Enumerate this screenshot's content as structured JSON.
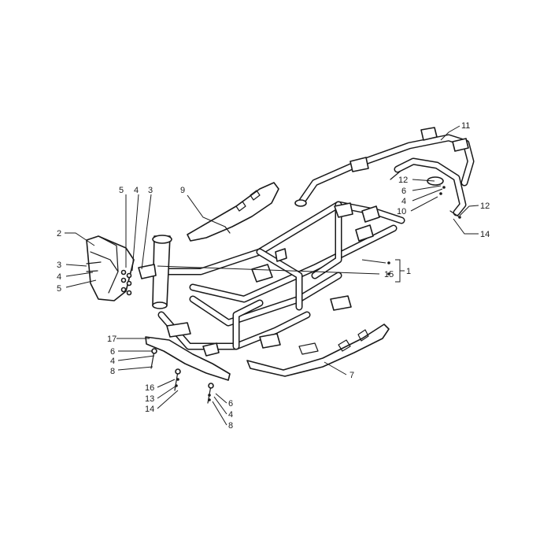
{
  "diagram": {
    "callouts": {
      "c1": "1",
      "c2": "2",
      "c3a": "3",
      "c3b": "3",
      "c4a": "4",
      "c4b": "4",
      "c4c": "4",
      "c4d": "4",
      "c4e": "4",
      "c5a": "5",
      "c5b": "5",
      "c6a": "6",
      "c6b": "6",
      "c6c": "6",
      "c7": "7",
      "c8a": "8",
      "c8b": "8",
      "c9": "9",
      "c10": "10",
      "c11": "11",
      "c12a": "12",
      "c12b": "12",
      "c13": "13",
      "c14a": "14",
      "c14b": "14",
      "c15": "15",
      "c16": "16",
      "c17": "17"
    }
  }
}
